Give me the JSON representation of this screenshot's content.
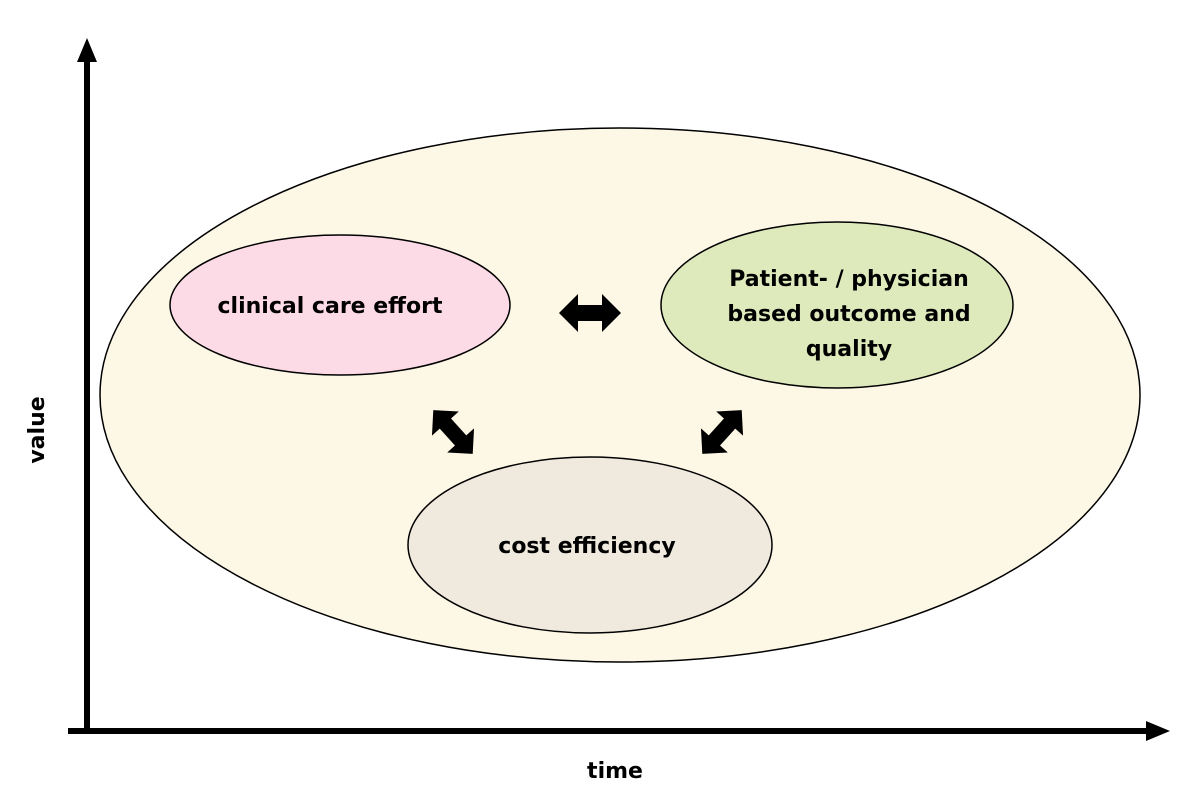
{
  "axes": {
    "y_label": "value",
    "x_label": "time"
  },
  "nodes": {
    "clinical": {
      "label": "clinical care effort",
      "color": "#fddbe6"
    },
    "outcome": {
      "lines": [
        "Patient- / physician",
        "based outcome and",
        "quality"
      ],
      "color": "#deeabb"
    },
    "cost": {
      "label": "cost efficiency",
      "color": "#efeadd"
    }
  },
  "container_color": "#fdf7e6",
  "relations": [
    {
      "from": "clinical care effort",
      "to": "Patient- / physician based outcome and quality",
      "type": "bidirectional"
    },
    {
      "from": "clinical care effort",
      "to": "cost efficiency",
      "type": "bidirectional"
    },
    {
      "from": "Patient- / physician based outcome and quality",
      "to": "cost efficiency",
      "type": "bidirectional"
    }
  ]
}
